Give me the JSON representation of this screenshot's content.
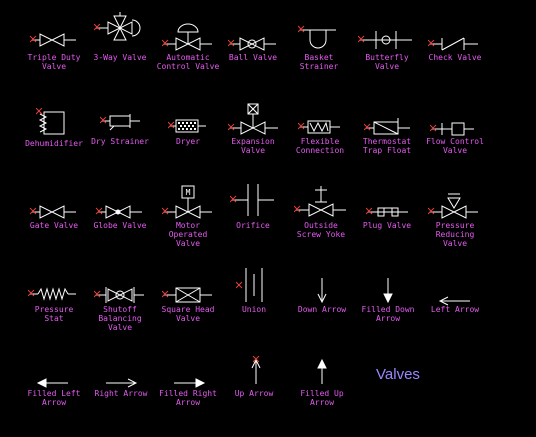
{
  "sheet_title": "Valves",
  "colors": {
    "background": "#000000",
    "symbol": "#ffffff",
    "label": "#e55bf0",
    "marker": "#e0443c",
    "title": "#9b86ff"
  },
  "symbols": [
    {
      "id": "triple-duty-valve",
      "label": "Triple Duty\nValve",
      "icon": "triple-duty-valve-icon"
    },
    {
      "id": "three-way-valve",
      "label": "3-Way Valve",
      "icon": "three-way-valve-icon"
    },
    {
      "id": "automatic-control-valve",
      "label": "Automatic\nControl Valve",
      "icon": "automatic-control-valve-icon"
    },
    {
      "id": "ball-valve",
      "label": "Ball Valve",
      "icon": "ball-valve-icon"
    },
    {
      "id": "basket-strainer",
      "label": "Basket\nStrainer",
      "icon": "basket-strainer-icon"
    },
    {
      "id": "butterfly-valve",
      "label": "Butterfly\nValve",
      "icon": "butterfly-valve-icon"
    },
    {
      "id": "check-valve",
      "label": "Check Valve",
      "icon": "check-valve-icon"
    },
    {
      "id": "dehumidifier",
      "label": "Dehumidifier",
      "icon": "dehumidifier-icon"
    },
    {
      "id": "dry-strainer",
      "label": "Dry Strainer",
      "icon": "dry-strainer-icon"
    },
    {
      "id": "dryer",
      "label": "Dryer",
      "icon": "dryer-icon"
    },
    {
      "id": "expansion-valve",
      "label": "Expansion\nValve",
      "icon": "expansion-valve-icon"
    },
    {
      "id": "flexible-connection",
      "label": "Flexible\nConnection",
      "icon": "flexible-connection-icon"
    },
    {
      "id": "thermostat-trap-float",
      "label": "Thermostat\nTrap Float",
      "icon": "thermostat-trap-float-icon"
    },
    {
      "id": "flow-control-valve",
      "label": "Flow Control\nValve",
      "icon": "flow-control-valve-icon"
    },
    {
      "id": "gate-valve",
      "label": "Gate Valve",
      "icon": "gate-valve-icon"
    },
    {
      "id": "globe-valve",
      "label": "Globe Valve",
      "icon": "globe-valve-icon"
    },
    {
      "id": "motor-operated-valve",
      "label": "Motor\nOperated\nValve",
      "icon": "motor-operated-valve-icon",
      "motor_letter": "M"
    },
    {
      "id": "orifice",
      "label": "Orifice",
      "icon": "orifice-icon"
    },
    {
      "id": "outside-screw-yoke",
      "label": "Outside\nScrew Yoke",
      "icon": "outside-screw-yoke-icon"
    },
    {
      "id": "plug-valve",
      "label": "Plug Valve",
      "icon": "plug-valve-icon"
    },
    {
      "id": "pressure-reducing-valve",
      "label": "Pressure\nReducing\nValve",
      "icon": "pressure-reducing-valve-icon"
    },
    {
      "id": "pressure-stat",
      "label": "Pressure\nStat",
      "icon": "pressure-stat-icon"
    },
    {
      "id": "shutoff-balancing-valve",
      "label": "Shutoff\nBalancing\nValve",
      "icon": "shutoff-balancing-valve-icon"
    },
    {
      "id": "square-head-valve",
      "label": "Square Head\nValve",
      "icon": "square-head-valve-icon"
    },
    {
      "id": "union",
      "label": "Union",
      "icon": "union-icon"
    },
    {
      "id": "down-arrow",
      "label": "Down Arrow",
      "icon": "down-arrow-icon"
    },
    {
      "id": "filled-down-arrow",
      "label": "Filled Down\nArrow",
      "icon": "filled-down-arrow-icon"
    },
    {
      "id": "left-arrow",
      "label": "Left Arrow",
      "icon": "left-arrow-icon"
    },
    {
      "id": "filled-left-arrow",
      "label": "Filled Left\nArrow",
      "icon": "filled-left-arrow-icon"
    },
    {
      "id": "right-arrow",
      "label": "Right Arrow",
      "icon": "right-arrow-icon"
    },
    {
      "id": "filled-right-arrow",
      "label": "Filled Right\nArrow",
      "icon": "filled-right-arrow-icon"
    },
    {
      "id": "up-arrow",
      "label": "Up Arrow",
      "icon": "up-arrow-icon"
    },
    {
      "id": "filled-up-arrow",
      "label": "Filled Up\nArrow",
      "icon": "filled-up-arrow-icon"
    }
  ]
}
